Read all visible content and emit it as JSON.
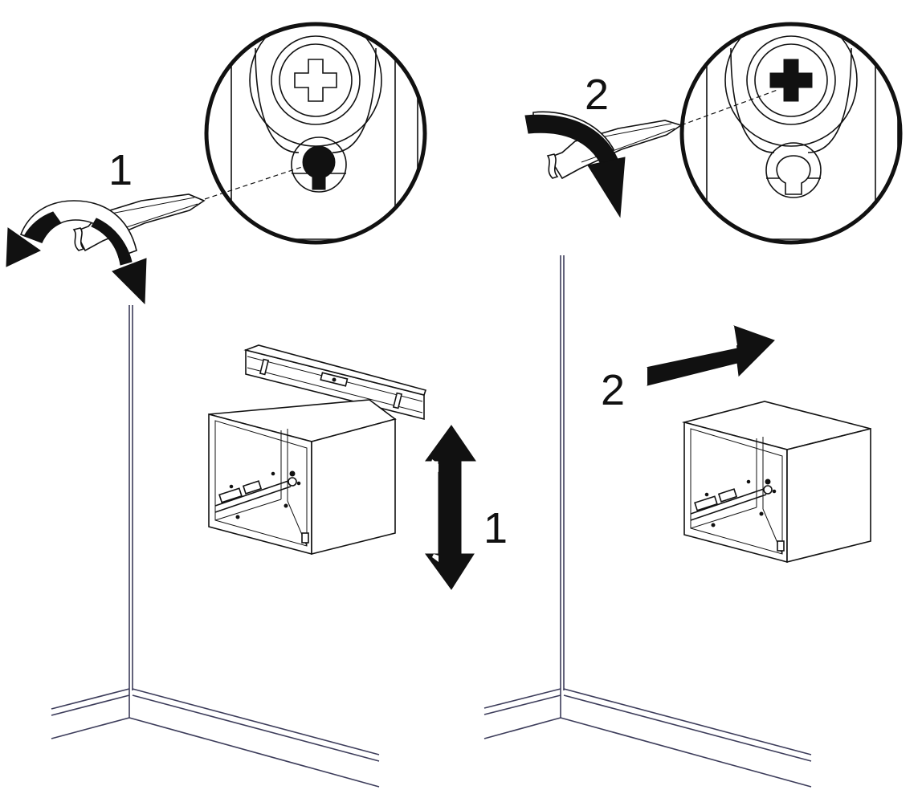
{
  "step_left": {
    "adjust_label": "1",
    "move_label": "1"
  },
  "step_right": {
    "adjust_label": "2",
    "move_label": "2"
  },
  "colors": {
    "line": "#111111",
    "wall": "#3c3c5a",
    "background": "#ffffff"
  }
}
